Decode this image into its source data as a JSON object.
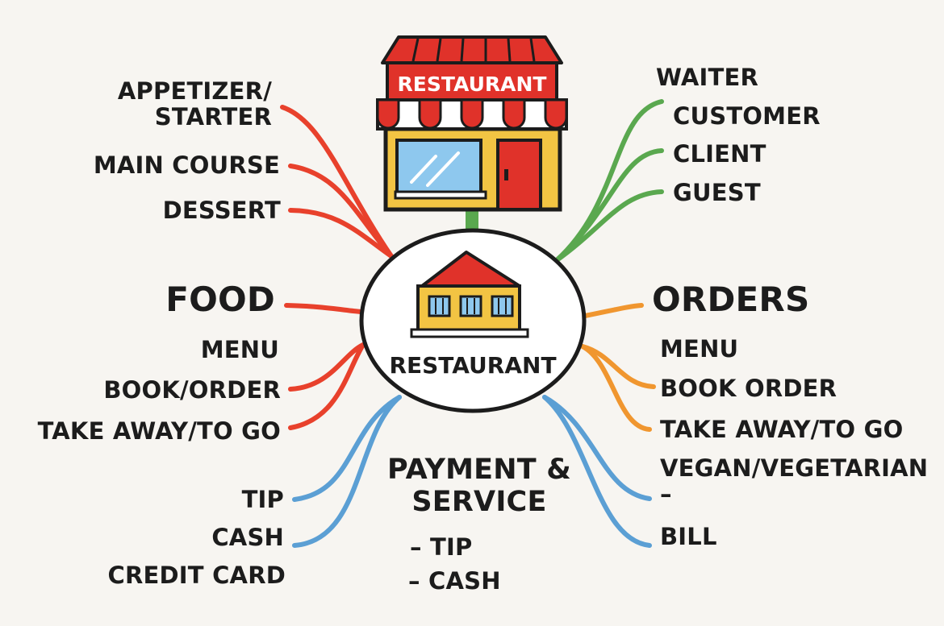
{
  "colors": {
    "background": "#f7f5f1",
    "food_branch": "#e8412c",
    "people_branch": "#5aa84f",
    "orders_branch": "#f0962f",
    "payment_branch": "#5b9fd4",
    "awning_red": "#e0322a",
    "building_yellow": "#f2c443",
    "window_blue": "#8ec8ee",
    "ink": "#1c1c1c"
  },
  "storefront": {
    "sign": "RESTAURANT",
    "icon": "storefront-icon"
  },
  "center": {
    "label": "RESTAURANT",
    "icon": "house-icon"
  },
  "food": {
    "title": "FOOD",
    "courses": [
      "APPETIZER/\nSTARTER",
      "MAIN COURSE",
      "DESSERT"
    ],
    "items": [
      "MENU",
      "BOOK/ORDER",
      "TAKE AWAY/TO GO"
    ]
  },
  "people": {
    "items": [
      "WAITER",
      "CUSTOMER",
      "CLIENT",
      "GUEST"
    ]
  },
  "orders": {
    "title": "ORDERS",
    "items": [
      "MENU",
      "BOOK ORDER",
      "TAKE AWAY/TO GO",
      "VEGAN/VEGETARIAN\n–",
      "BILL"
    ]
  },
  "payment": {
    "title": "PAYMENT &\nSERVICE",
    "sub_items": [
      "– TIP",
      "– CASH"
    ],
    "items": [
      "TIP",
      "CASH",
      "CREDIT CARD"
    ]
  }
}
